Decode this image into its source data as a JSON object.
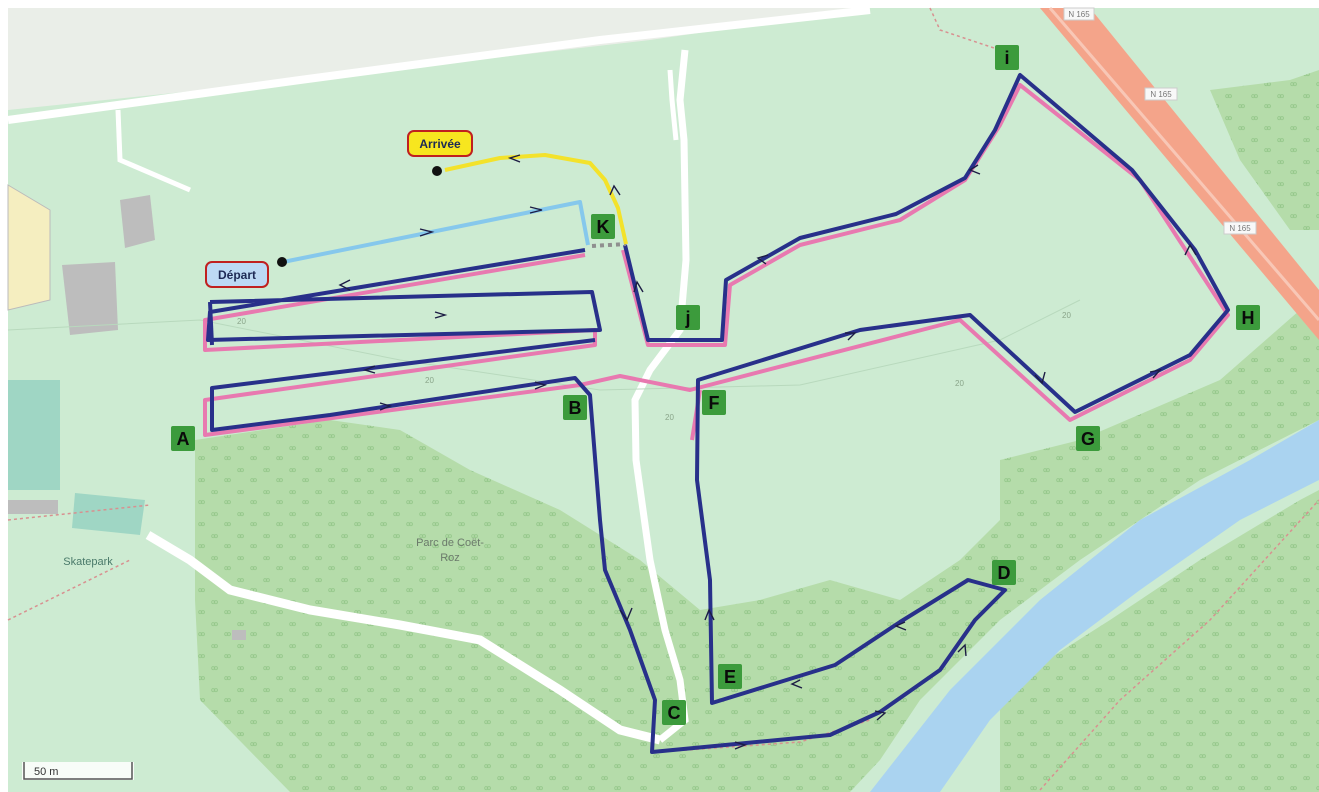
{
  "map": {
    "colors": {
      "background_border": "#ffffff",
      "park_green": "#cdebd2",
      "forest_green": "#b5dcaa",
      "water_blue": "#aad3f0",
      "road_pink": "#f4a48a",
      "building_grey": "#bdbdbd",
      "route_navy": "#28308a",
      "route_pink": "#e879b0",
      "route_lightblue": "#86c8ec",
      "route_yellow": "#f3e22b",
      "label_green": "#3c9b3c",
      "depart_fill": "#bcd9f4",
      "arrivee_fill": "#f7e61f",
      "badge_border": "#c0201f"
    },
    "labels": {
      "depart": "Départ",
      "arrivee": "Arrivée",
      "park_name_line1": "Parc de Coët-",
      "park_name_line2": "Roz",
      "skatepark": "Skatepark",
      "road_n165_top": "N 165",
      "road_n165_mid": "N 165",
      "road_n165_corner": "N 165",
      "contour_20": "20",
      "scale": "50 m"
    },
    "checkpoints": [
      "A",
      "B",
      "C",
      "D",
      "E",
      "F",
      "G",
      "H",
      "i",
      "j",
      "K"
    ]
  }
}
